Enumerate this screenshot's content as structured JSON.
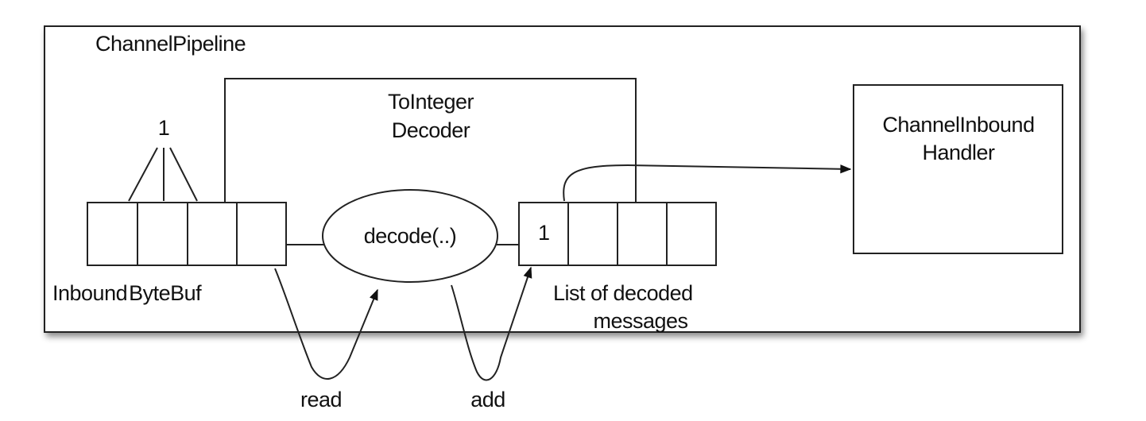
{
  "pipeline": {
    "title": "ChannelPipeline"
  },
  "decoder": {
    "title_line1": "ToInteger",
    "title_line2": "Decoder",
    "method_label": "decode(..)"
  },
  "inbound_buffer": {
    "label": "Inbound ByteBuf",
    "pointer_label": "1"
  },
  "decoded_list": {
    "label_line1": "List of decoded",
    "label_line2": "messages",
    "first_cell_value": "1"
  },
  "handler": {
    "label_line1": "ChannelInbound",
    "label_line2": "Handler"
  },
  "flows": {
    "read_label": "read",
    "add_label": "add"
  }
}
